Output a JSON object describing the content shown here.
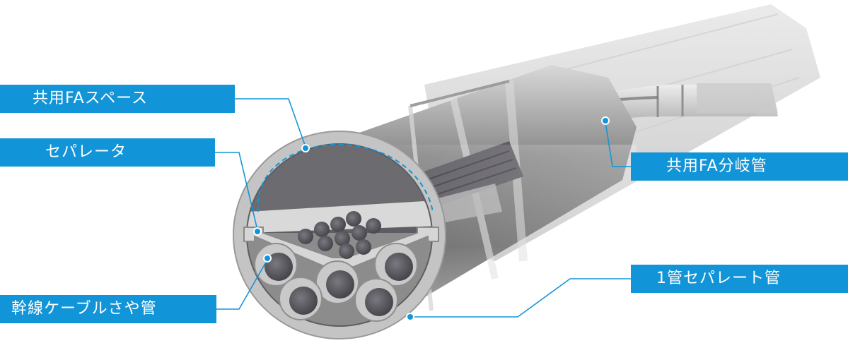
{
  "labels": {
    "shared_fa_space": "共用FAスペース",
    "separator": "セパレータ",
    "trunk_cable_sheath": "幹線ケーブルさや管",
    "shared_fa_branch": "共用FA分岐管",
    "single_pipe_separate": "1管セパレート管"
  },
  "colors": {
    "label_bg": "#1295d8",
    "label_text": "#ffffff",
    "leader_line": "#1295d8",
    "pipe_body": "#6e6e6e",
    "pipe_rim": "#b9b9b9",
    "cable_dark": "#55535a"
  }
}
